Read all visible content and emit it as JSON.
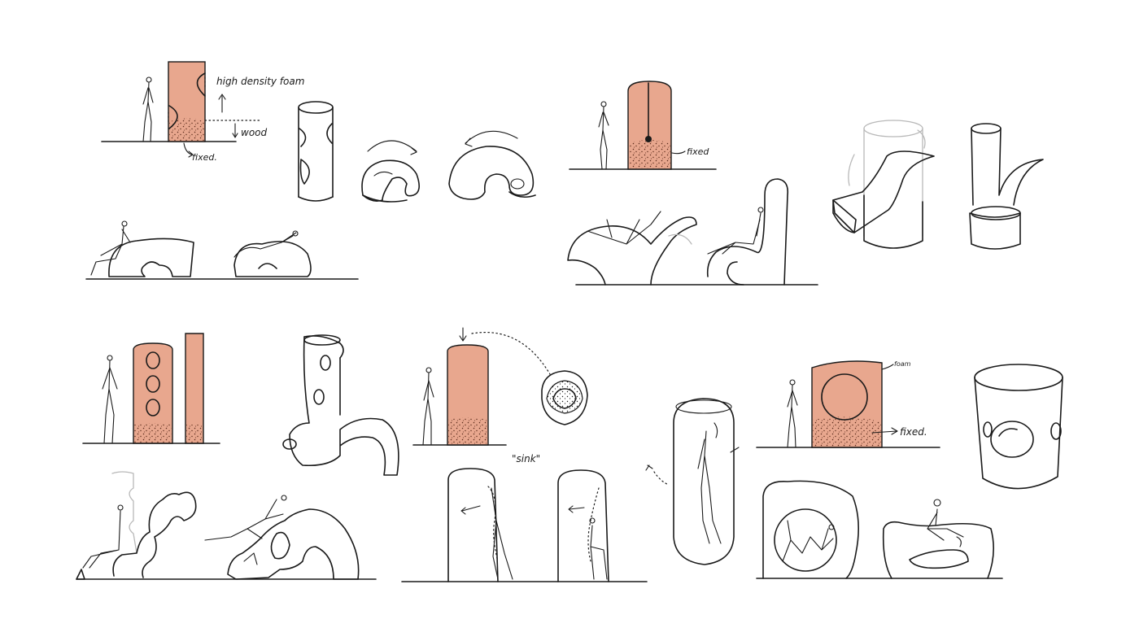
{
  "colors": {
    "ink": "#1a1a1a",
    "foam": "#e8a78e",
    "paper": "#ffffff",
    "ghost": "#b8b8b8"
  },
  "annotations": {
    "high_density_foam": "high density foam",
    "wood": "wood",
    "fixed_1": "fixed.",
    "fixed_2": "fixed",
    "sink": "\"sink\"",
    "foam": "foam",
    "fixed_3": "fixed."
  }
}
